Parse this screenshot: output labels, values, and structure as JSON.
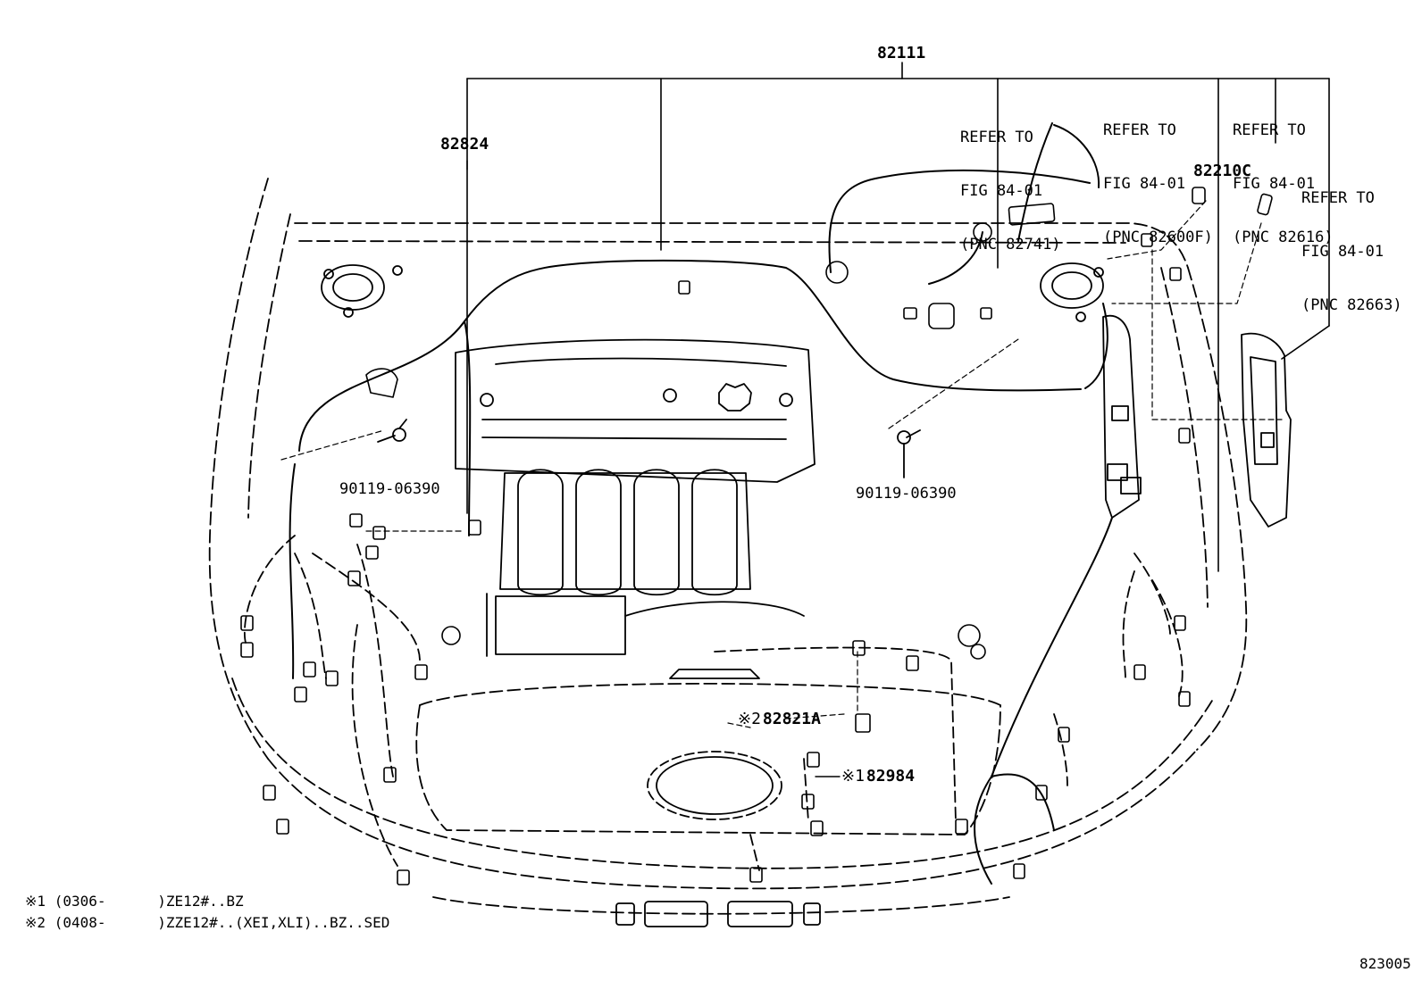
{
  "callouts": {
    "part_82111": "82111",
    "part_82824": "82824",
    "part_82210c": "82210C",
    "bolt_left": "90119-06390",
    "bolt_right": "90119-06390",
    "part_82821a": "82821A",
    "part_82821a_mark": "※2",
    "part_82984": "82984",
    "part_82984_mark": "※1",
    "refer_82741": {
      "l1": "REFER TO",
      "l2": "FIG 84-01",
      "l3": "(PNC 82741)"
    },
    "refer_82600f": {
      "l1": "REFER TO",
      "l2": "FIG 84-01",
      "l3": "(PNC 82600F)"
    },
    "refer_82616": {
      "l1": "REFER TO",
      "l2": "FIG 84-01",
      "l3": "(PNC 82616)"
    },
    "refer_82663": {
      "l1": "REFER TO",
      "l2": "FIG 84-01",
      "l3": "(PNC 82663)"
    }
  },
  "notes": [
    {
      "mark": "※1",
      "text": "(0306-      )ZE12#..BZ"
    },
    {
      "mark": "※2",
      "text": "(0408-      )ZZE12#..(XEI,XLI)..BZ..SED"
    }
  ],
  "figure_id": "823005"
}
